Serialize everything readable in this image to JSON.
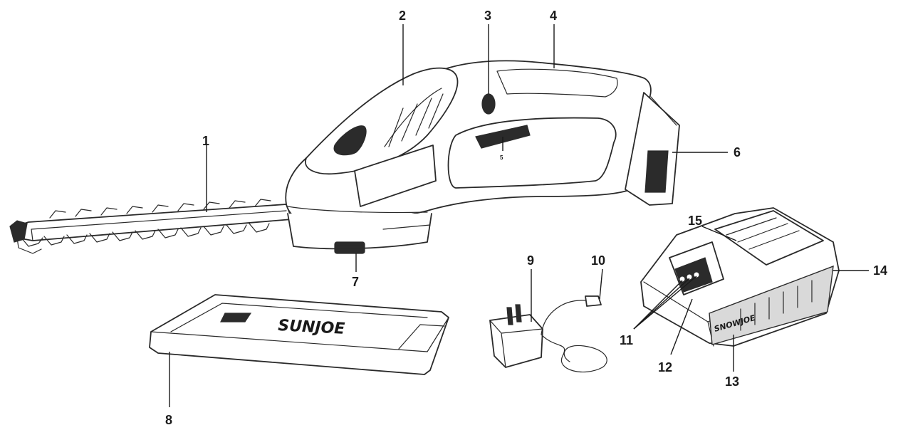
{
  "diagram": {
    "callouts": [
      {
        "id": "1",
        "label": "1"
      },
      {
        "id": "2",
        "label": "2"
      },
      {
        "id": "3",
        "label": "3"
      },
      {
        "id": "4",
        "label": "4"
      },
      {
        "id": "5",
        "label": "5"
      },
      {
        "id": "6",
        "label": "6"
      },
      {
        "id": "7",
        "label": "7"
      },
      {
        "id": "8",
        "label": "8"
      },
      {
        "id": "9",
        "label": "9"
      },
      {
        "id": "10",
        "label": "10"
      },
      {
        "id": "11",
        "label": "11"
      },
      {
        "id": "12",
        "label": "12"
      },
      {
        "id": "13",
        "label": "13"
      },
      {
        "id": "14",
        "label": "14"
      },
      {
        "id": "15",
        "label": "15"
      }
    ],
    "blade_cover_brand": "SUNJOE",
    "battery_brand": "SNOWJOE"
  },
  "colors": {
    "ink": "#1a1a1a",
    "background": "#ffffff",
    "shade": "#2b2b2b"
  }
}
